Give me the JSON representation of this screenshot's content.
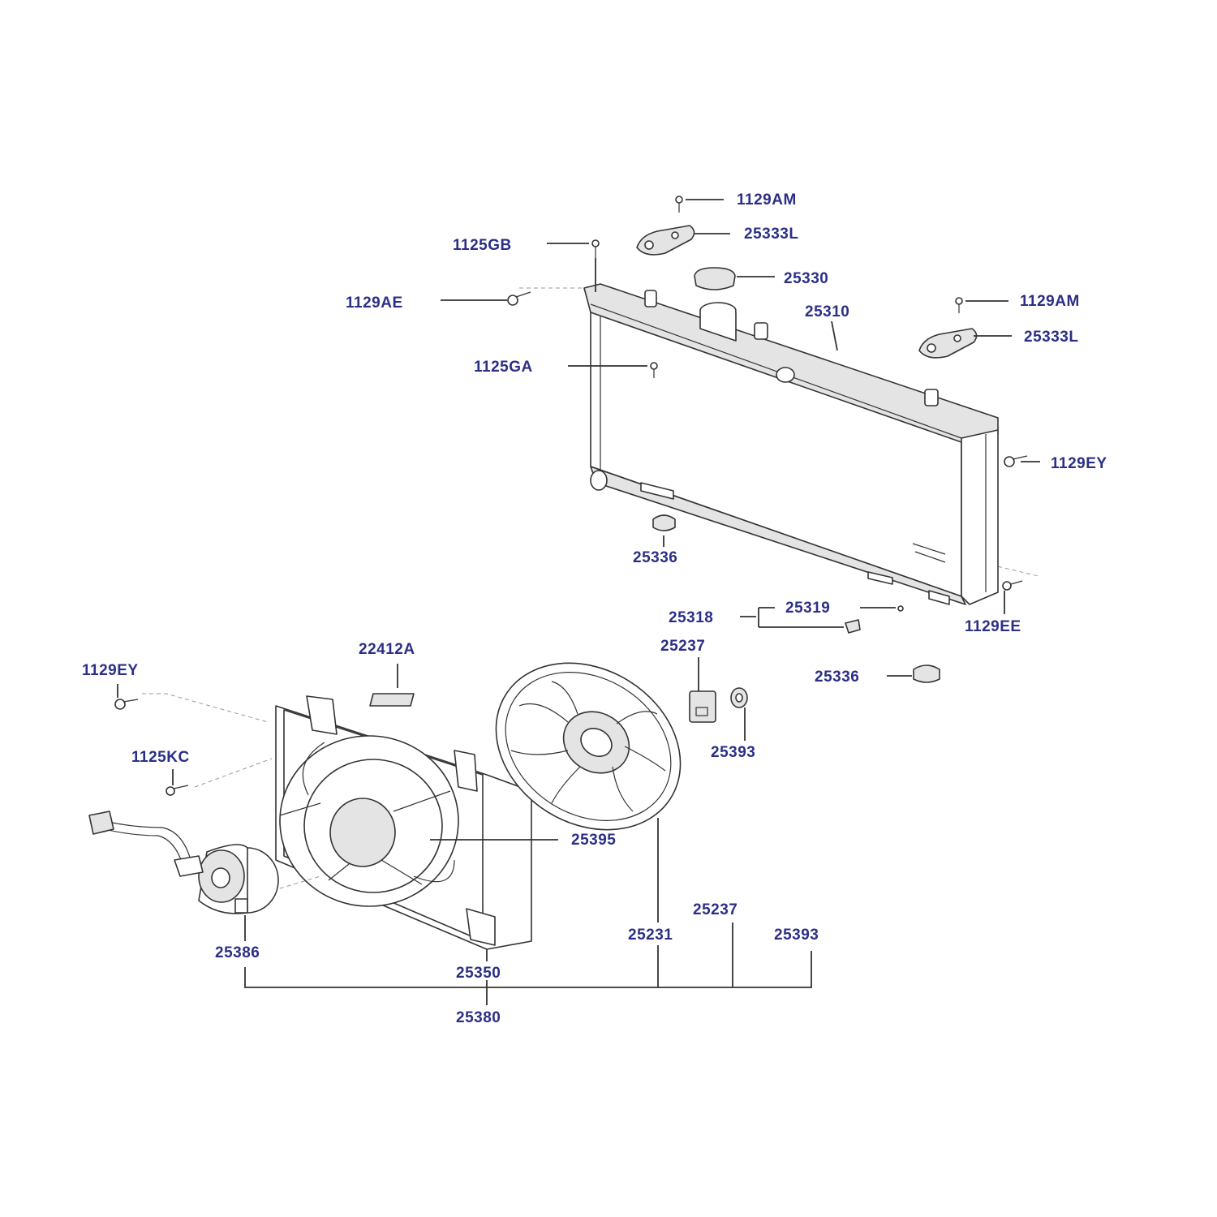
{
  "labels": {
    "p1129AM_top": "1129AM",
    "p25333L_top": "25333L",
    "p1125GB": "1125GB",
    "p25330": "25330",
    "p1129AE": "1129AE",
    "p25310": "25310",
    "p1129AM_right": "1129AM",
    "p25333L_right": "25333L",
    "p1125GA": "1125GA",
    "p1129EY_right": "1129EY",
    "p25336_upper": "25336",
    "p25319": "25319",
    "p25318": "25318",
    "p1129EE": "1129EE",
    "p25237_upper": "25237",
    "p25336_lower": "25336",
    "p22412A": "22412A",
    "p1129EY_left": "1129EY",
    "p1125KC": "1125KC",
    "p25393_upper": "25393",
    "p25395": "25395",
    "p25237_lower": "25237",
    "p25231": "25231",
    "p25393_lower": "25393",
    "p25386": "25386",
    "p25350": "25350",
    "p25380": "25380"
  }
}
